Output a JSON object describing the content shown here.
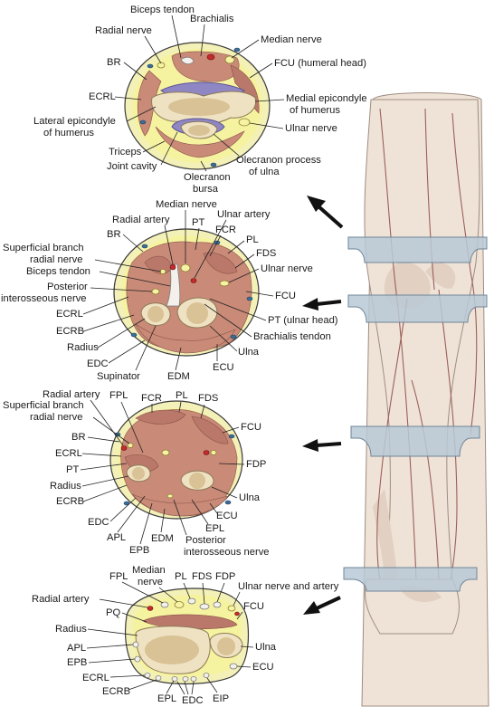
{
  "sections": [
    {
      "id": "elbow",
      "labels": {
        "biceps_tendon": "Biceps tendon",
        "brachialis": "Brachialis",
        "radial_nerve": "Radial nerve",
        "median_nerve": "Median nerve",
        "br": "BR",
        "fcu_humeral": "FCU (humeral head)",
        "ecrl": "ECRL",
        "medial_epicondyle_1": "Medial epicondyle",
        "medial_epicondyle_2": "of humerus",
        "lateral_epicondyle_1": "Lateral epicondyle",
        "lateral_epicondyle_2": "of humerus",
        "ulnar_nerve": "Ulnar nerve",
        "triceps": "Triceps",
        "olecranon_process_1": "Olecranon process",
        "olecranon_process_2": "of ulna",
        "joint_cavity": "Joint cavity",
        "olecranon_bursa_1": "Olecranon",
        "olecranon_bursa_2": "bursa"
      }
    },
    {
      "id": "proximal-forearm",
      "labels": {
        "median_nerve": "Median nerve",
        "radial_artery": "Radial artery",
        "pt": "PT",
        "ulnar_artery": "Ulnar artery",
        "br": "BR",
        "fcr": "FCR",
        "superficial_branch_1": "Superficial branch",
        "superficial_branch_2": "radial nerve",
        "pl": "PL",
        "fds": "FDS",
        "biceps_tendon": "Biceps tendon",
        "ulnar_nerve": "Ulnar nerve",
        "posterior_interosseous_1": "Posterior",
        "posterior_interosseous_2": "interosseous nerve",
        "fcu": "FCU",
        "ecrl": "ECRL",
        "pt_ulnar_head": "PT (ulnar head)",
        "ecrb": "ECRB",
        "brachialis_tendon": "Brachialis tendon",
        "radius": "Radius",
        "ulna": "Ulna",
        "edc": "EDC",
        "ecu": "ECU",
        "supinator": "Supinator",
        "edm": "EDM"
      }
    },
    {
      "id": "mid-forearm",
      "labels": {
        "radial_artery": "Radial artery",
        "fpl": "FPL",
        "fcr": "FCR",
        "pl": "PL",
        "fds": "FDS",
        "superficial_branch_1": "Superficial branch",
        "superficial_branch_2": "radial nerve",
        "fcu": "FCU",
        "br": "BR",
        "ecrl": "ECRL",
        "fdp": "FDP",
        "pt": "PT",
        "radius": "Radius",
        "ecrb": "ECRB",
        "ulna": "Ulna",
        "ecu": "ECU",
        "edc": "EDC",
        "epl": "EPL",
        "apl": "APL",
        "edm": "EDM",
        "posterior_interosseous_1": "Posterior",
        "epb": "EPB",
        "posterior_interosseous_2": "interosseous nerve"
      }
    },
    {
      "id": "distal-forearm",
      "labels": {
        "fpl": "FPL",
        "median_nerve_1": "Median",
        "median_nerve_2": "nerve",
        "pl": "PL",
        "fds": "FDS",
        "fdp": "FDP",
        "ulnar_nerve_artery": "Ulnar nerve and artery",
        "radial_artery": "Radial artery",
        "fcu": "FCU",
        "pq": "PQ",
        "radius": "Radius",
        "apl": "APL",
        "ulna": "Ulna",
        "epb": "EPB",
        "ecu": "ECU",
        "ecrl": "ECRL",
        "ecrb": "ECRB",
        "epl": "EPL",
        "edc": "EDC",
        "eip": "EIP"
      }
    }
  ],
  "colors": {
    "skin": "#f3f1b8",
    "muscle": "#c98a78",
    "bone": "#efe2c2",
    "nerve": "#f7f2a4",
    "artery": "#c22b2b",
    "vein": "#3b6f9a",
    "cartilage": "#8f86c4",
    "plate": "#b9c9d6"
  },
  "icons": [
    "arrow-icon"
  ]
}
